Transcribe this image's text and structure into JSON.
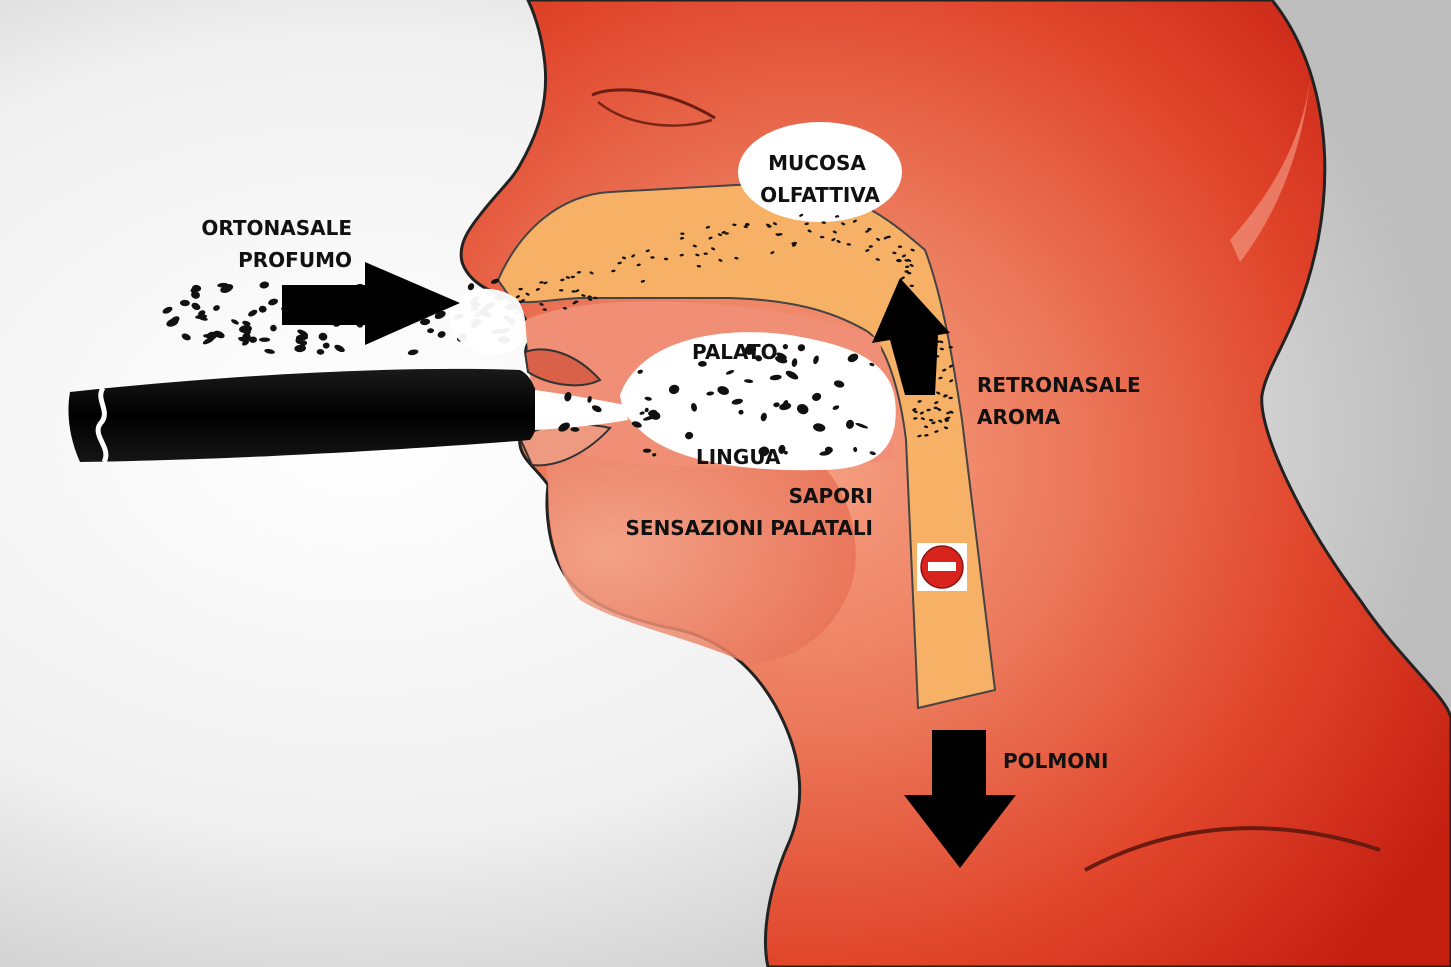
{
  "labels": {
    "mucosa_line1": "MUCOSA",
    "mucosa_line2": "OLFATTIVA",
    "orto_line1": "ORTONASALE",
    "orto_line2": "PROFUMO",
    "palato": "PALATO",
    "lingua": "LINGUA",
    "retro_line1": "RETRONASALE",
    "retro_line2": "AROMA",
    "sapori_line1": "SAPORI",
    "sapori_line2": "SENSAZIONI PALATALI",
    "polmoni": "POLMONI"
  },
  "icons": {
    "no_entry": "no-entry-sign-icon",
    "flow_arrows": "arrow-icon"
  },
  "colors": {
    "head": "#e0442a",
    "head_light": "#ee8e72",
    "mouth": "#f0967c",
    "airway": "#f6b167",
    "particles": "#111111",
    "bubble": "#ffffff",
    "cigar": "#0a0a0a",
    "no_entry_red": "#d8241c"
  }
}
